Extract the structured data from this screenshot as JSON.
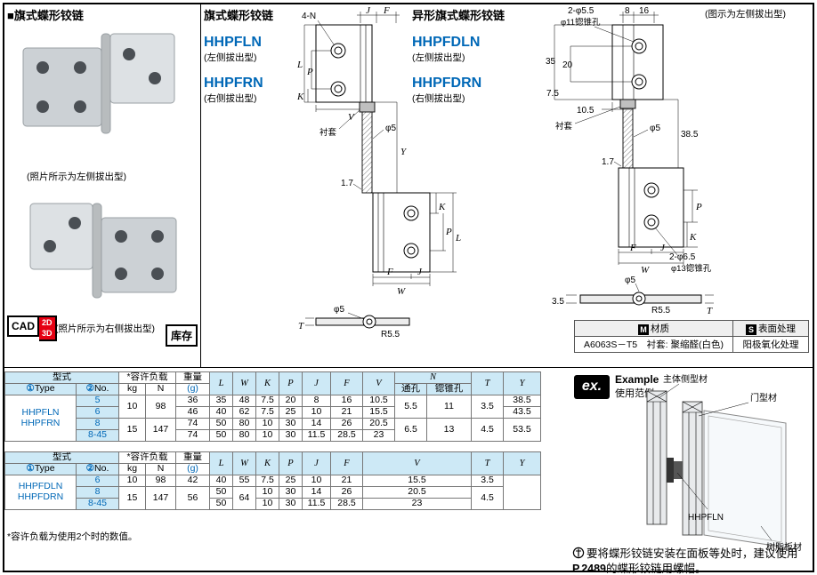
{
  "left_panel": {
    "title": "■旗式蝶形铰链",
    "photo1_caption": "(照片所示为左侧拔出型)",
    "photo2_caption": "(照片所示为右侧拔出型)",
    "cad_label": "CAD",
    "cad_2d": "2D",
    "cad_3d": "3D",
    "stock_label": "库存"
  },
  "drawing1": {
    "title": "旗式蝶形铰链",
    "model_left": "HHPFLN",
    "model_left_sub": "(左侧拔出型)",
    "model_right": "HHPFRN",
    "model_right_sub": "(右侧拔出型)",
    "labels": {
      "n4": "4-N",
      "j_top": "J",
      "f_top": "F",
      "l_left": "L",
      "p_left": "P",
      "k_left": "K",
      "v": "V",
      "bushing": "衬套",
      "phi5": "φ5",
      "one7": "1.7",
      "y": "Y",
      "k_right": "K",
      "p_right": "P",
      "l_right": "L",
      "f_bot": "F",
      "j_bot": "J",
      "w": "W",
      "phi5_view": "φ5",
      "r": "R5.5",
      "t": "T"
    }
  },
  "drawing2": {
    "title": "异形旗式蝶形铰链",
    "model_left": "HHPFDLN",
    "model_left_sub": "(左侧拔出型)",
    "model_right": "HHPFDRN",
    "model_right_sub": "(右侧拔出型)",
    "view_note": "(图示为左侧拔出型)",
    "labels": {
      "holes_top": "2-φ5.5",
      "csk_top": "φ11锪锥孔",
      "d8": "8",
      "d16": "16",
      "d35": "35",
      "d20": "20",
      "d75": "7.5",
      "d105": "10.5",
      "bushing": "衬套",
      "phi5": "φ5",
      "d385": "38.5",
      "one7": "1.7",
      "p": "P",
      "k": "K",
      "f": "F",
      "j": "J",
      "w": "W",
      "holes_bot": "2-φ6.5",
      "csk_bot": "φ13锪锥孔",
      "phi5_view": "φ5",
      "r": "R5.5",
      "d35b": "3.5",
      "t": "T"
    }
  },
  "material_table": {
    "m_badge": "M",
    "m_label": "材质",
    "s_badge": "S",
    "s_label": "表面处理",
    "material": "A6063S－T5　衬套: 聚缩醛(白色)",
    "surface": "阳极氧化处理"
  },
  "table1": {
    "h": {
      "type": "型式",
      "type_circ": "①",
      "type_label": "Type",
      "no_circ": "②",
      "no_label": "No.",
      "load": "*容许负载",
      "kg": "kg",
      "n": "N",
      "weight": "重量",
      "weight_unit": "(g)",
      "L": "L",
      "W": "W",
      "K": "K",
      "P": "P",
      "J": "J",
      "F": "F",
      "V": "V",
      "N": "N",
      "through": "通孔",
      "csk": "锪锥孔",
      "T": "T",
      "Y": "Y"
    },
    "model1": "HHPFLN",
    "model2": "HHPFRN",
    "r5": {
      "no": "5",
      "kg": "10",
      "n": "98",
      "wt": "36",
      "L": "35",
      "W": "48",
      "K": "7.5",
      "P": "20",
      "J": "8",
      "F": "16",
      "V": "10.5",
      "th": "5.5",
      "csk": "11",
      "T": "3.5",
      "Y": "38.5"
    },
    "r6": {
      "no": "6",
      "wt": "46",
      "L": "40",
      "W": "62",
      "K": "7.5",
      "P": "25",
      "J": "10",
      "F": "21",
      "V": "15.5",
      "Y": "43.5"
    },
    "r8": {
      "no": "8",
      "kg": "15",
      "n": "147",
      "wt": "74",
      "L": "50",
      "W": "80",
      "K": "10",
      "P": "30",
      "J": "14",
      "F": "26",
      "V": "20.5",
      "th": "6.5",
      "csk": "13",
      "T": "4.5",
      "Y": "53.5"
    },
    "r845": {
      "no": "8-45",
      "wt": "74",
      "L": "50",
      "W": "80",
      "K": "10",
      "P": "30",
      "J": "11.5",
      "F": "28.5",
      "V": "23"
    }
  },
  "table2": {
    "h": {
      "type": "型式",
      "type_circ": "①",
      "type_label": "Type",
      "no_circ": "②",
      "no_label": "No.",
      "load": "*容许负载",
      "kg": "kg",
      "n": "N",
      "weight": "重量",
      "weight_unit": "(g)",
      "L": "L",
      "W": "W",
      "K": "K",
      "P": "P",
      "J": "J",
      "F": "F",
      "V": "V",
      "T": "T",
      "Y": "Y"
    },
    "model1": "HHPFDLN",
    "model2": "HHPFDRN",
    "r6": {
      "no": "6",
      "kg": "10",
      "n": "98",
      "wt": "42",
      "L": "40",
      "W": "55",
      "K": "7.5",
      "P": "25",
      "J": "10",
      "F": "21",
      "V": "15.5",
      "T": "3.5"
    },
    "r8": {
      "no": "8",
      "kg": "15",
      "n": "147",
      "wt": "56",
      "L": "50",
      "W": "64",
      "K": "10",
      "P": "30",
      "J": "14",
      "F": "26",
      "V": "20.5",
      "T": "4.5"
    },
    "r845": {
      "no": "8-45",
      "L": "50",
      "K": "10",
      "P": "30",
      "J": "11.5",
      "F": "28.5",
      "V": "23"
    }
  },
  "footnote": "*容许负载为使用2个时的数值。",
  "example": {
    "logo": "ex.",
    "title": "Example",
    "subtitle": "使用范例",
    "label_frame": "主体侧型材",
    "label_door": "门型材",
    "label_hinge": "HHPFLN",
    "label_panel": "树脂板材"
  },
  "note": {
    "pre": "要将蝶形铰链安装在面板等处时，建议使用",
    "page": "P.2489",
    "post": "的蝶形铰链用螺帽。"
  }
}
